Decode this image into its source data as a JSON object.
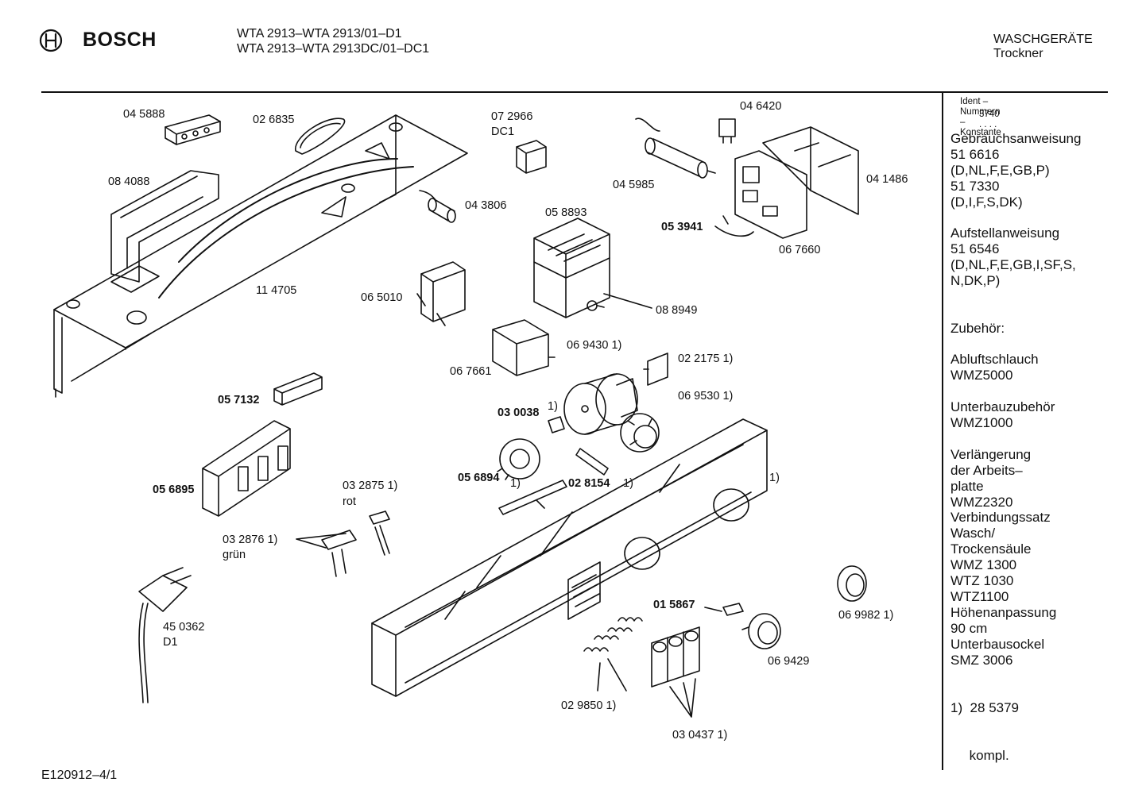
{
  "header": {
    "brand": "BOSCH",
    "model_line_1": "WTA 2913–WTA 2913/01–D1",
    "model_line_2": "WTA 2913–WTA 2913DC/01–DC1",
    "category": "WASCHGERÄTE",
    "subcategory": "Trockner"
  },
  "parts": {
    "p045888": "04 5888",
    "p026835": "02 6835",
    "p084088": "08 4088",
    "p072966": "07 2966",
    "p072966_sub": "DC1",
    "p046420": "04 6420",
    "p045985": "04 5985",
    "p041486": "04 1486",
    "p043806": "04 3806",
    "p058893": "05 8893",
    "p053941": "05 3941",
    "p067660": "06 7660",
    "p114705": "11 4705",
    "p065010": "06 5010",
    "p088949": "08 8949",
    "p069430": "06 9430 1)",
    "p022175": "02 2175 1)",
    "p067661": "06 7661",
    "p069530": "06 9530 1)",
    "p057132": "05 7132",
    "p030038": "03 0038",
    "p030038_note": "1)",
    "p056894": "05 6894",
    "p056894_note": "1)",
    "p028154": "02 8154",
    "p028154_note": "1)",
    "p056895": "05 6895",
    "p032875": "03 2875 1)",
    "p032875_sub": "rot",
    "p032876": "03 2876 1)",
    "p032876_sub": "grün",
    "panel_note": "1)",
    "p450362": "45 0362",
    "p450362_sub": "D1",
    "p015867": "01 5867",
    "p069982": "06 9982  1)",
    "p069429": "06 9429",
    "p029850": "02 9850 1)",
    "p030437": "03 0437 1)"
  },
  "sidebar": {
    "ident_title": "Ident – Nummern – Konstante",
    "ident_value": "3740  .  .  .  .  .",
    "gebrauch": [
      "Gebrauchsanweisung",
      "51 6616",
      "(D,NL,F,E,GB,P)",
      "51 7330",
      "(D,I,F,S,DK)"
    ],
    "aufstell": [
      "Aufstellanweisung",
      "51 6546",
      "(D,NL,F,E,GB,I,SF,S,",
      "N,DK,P)"
    ],
    "zubehoer": "Zubehör:",
    "abluft": [
      "Abluftschlauch",
      "WMZ5000"
    ],
    "unterbau": [
      "Unterbauzubehör",
      "WMZ1000"
    ],
    "verlaengerung": [
      "Verlängerung der Arbeits–",
      "platte",
      "WMZ2320"
    ],
    "verbindung": [
      "Verbindungssatz Wasch/",
      "Trockensäule",
      "WMZ 1300",
      "WTZ 1030",
      "WTZ1100"
    ],
    "hoehen": [
      "Höhenanpassung 90 cm",
      "Unterbausockel",
      "SMZ 3006"
    ],
    "footnote": [
      "1)  28 5379",
      "     kompl."
    ]
  },
  "footer": {
    "drawing_code": "E120912–4/1"
  }
}
